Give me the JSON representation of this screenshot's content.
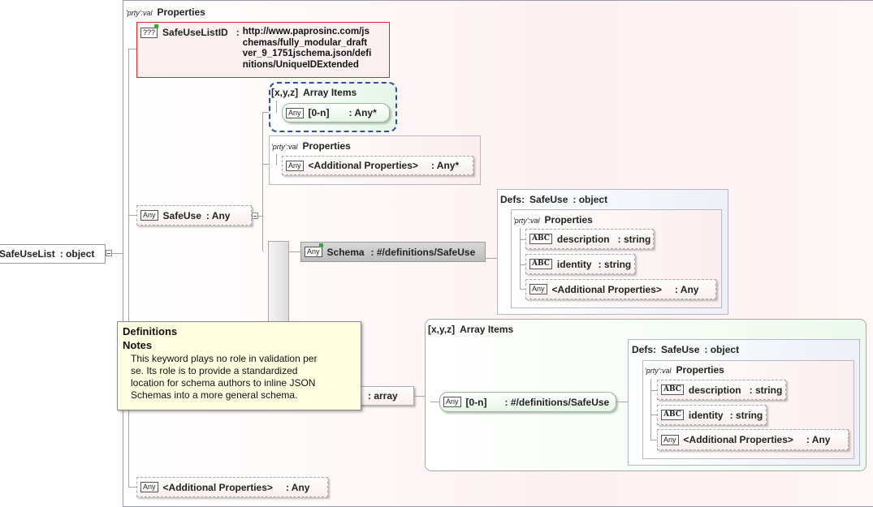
{
  "root": {
    "name": "SafeUseList",
    "type": ": object"
  },
  "main_panel": {
    "prefix": "'prty':val",
    "title": "Properties"
  },
  "safe_use_list_id": {
    "badge": "???",
    "name": "SafeUseListID",
    "sep": ":",
    "ref": "http://www.paprosinc.com/jschemas/fully_modular_draftver_9_1751jschema.json/definitions/UniqueIDExtended",
    "ref_lines": [
      "http://www.paprosinc.com/js",
      "chemas/fully_modular_draft",
      "ver_9_1751jschema.json/defi",
      "nitions/UniqueIDExtended"
    ]
  },
  "array_items_top": {
    "prefix": "[x,y,z]",
    "title": "Array Items",
    "item": {
      "badge": "Any",
      "name": "[0-n]",
      "type": ": Any*"
    }
  },
  "props_box_1": {
    "prefix": "'prty':val",
    "title": "Properties",
    "item": {
      "badge": "Any",
      "name": "<Additional Properties>",
      "type": ": Any*"
    }
  },
  "safe_use": {
    "badge": "Any",
    "name": "SafeUse",
    "type": ": Any"
  },
  "schema_node": {
    "badge": "Any",
    "name": "Schema",
    "type": ": #/definitions/SafeUse"
  },
  "defs_box_1": {
    "prefix": "Defs:",
    "title": "SafeUse",
    "type": ": object",
    "props_prefix": "'prty':val",
    "props_title": "Properties",
    "items": [
      {
        "badge": "ABC",
        "name": "description",
        "type": ": string"
      },
      {
        "badge": "ABC",
        "name": "identity",
        "type": ": string"
      },
      {
        "badge": "Any",
        "name": "<Additional Properties>",
        "type": ": Any"
      }
    ]
  },
  "array_node": {
    "type": ": array"
  },
  "array_items_bottom": {
    "prefix": "[x,y,z]",
    "title": "Array Items",
    "item": {
      "badge": "Any",
      "name": "[0-n]",
      "type": ": #/definitions/SafeUse"
    }
  },
  "defs_box_2": {
    "prefix": "Defs:",
    "title": "SafeUse",
    "type": ": object",
    "props_prefix": "'prty':val",
    "props_title": "Properties",
    "items": [
      {
        "badge": "ABC",
        "name": "description",
        "type": ": string"
      },
      {
        "badge": "ABC",
        "name": "identity",
        "type": ": string"
      },
      {
        "badge": "Any",
        "name": "<Additional Properties>",
        "type": ": Any"
      }
    ]
  },
  "additional_props_main": {
    "badge": "Any",
    "name": "<Additional Properties>",
    "type": ": Any"
  },
  "tooltip": {
    "heading": "Definitions",
    "notes_heading": "Notes",
    "text": "This keyword plays no role in validation per se. Its role is to provide a standardized location for schema authors to inline JSON Schemas into a more general schema.",
    "text_lines": [
      "This keyword plays no role in validation per",
      "se. Its role is to provide a standardized",
      "location for schema authors to inline JSON",
      "Schemas into a more general schema."
    ]
  }
}
